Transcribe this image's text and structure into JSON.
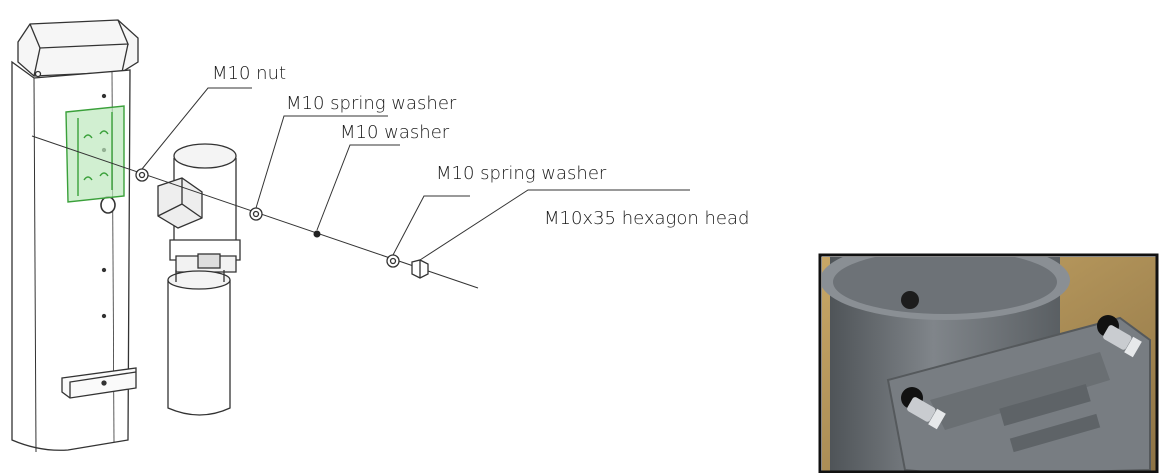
{
  "labels": {
    "nut": "M10 nut",
    "spring_washer_1": "M10 spring washer",
    "washer": "M10 washer",
    "spring_washer_2": "M10 spring washer",
    "bolt": "M10x35 hexagon head"
  },
  "colors": {
    "outline": "#333333",
    "bracket_highlight": "#5cc65c",
    "photo_frame": "#111111",
    "photo_body": "#6e7378"
  }
}
